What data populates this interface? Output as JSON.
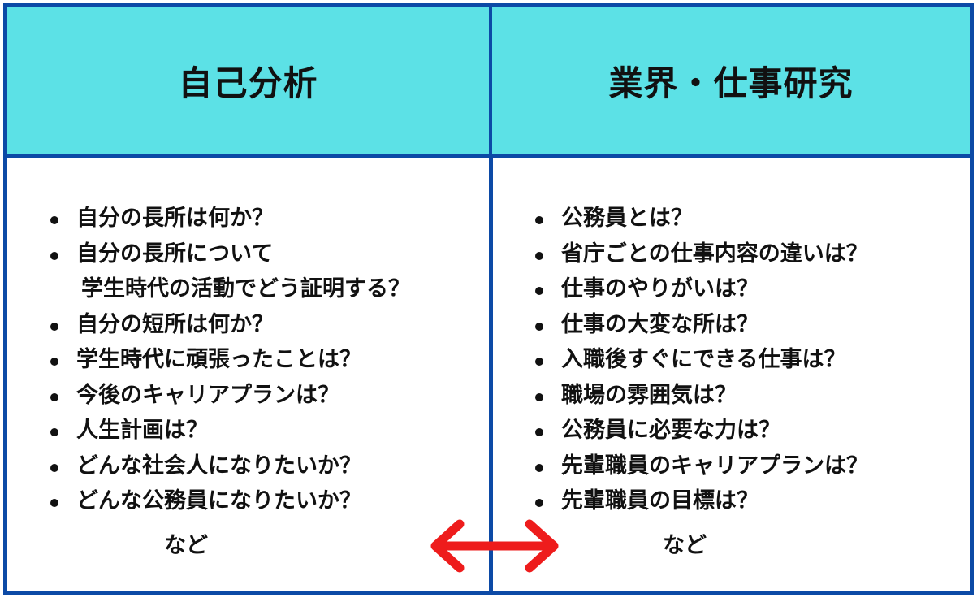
{
  "colors": {
    "border": "#0c4aa6",
    "header_bg": "#5ce1e6",
    "arrow": "#ee1c1c"
  },
  "left": {
    "title": "自己分析",
    "items": [
      {
        "line1": "自分の長所は何か？"
      },
      {
        "line1": "自分の長所について",
        "line2": "学生時代の活動でどう証明する？"
      },
      {
        "line1": "自分の短所は何か？"
      },
      {
        "line1": "学生時代に頑張ったことは？"
      },
      {
        "line1": "今後のキャリアプランは？"
      },
      {
        "line1": "人生計画は？"
      },
      {
        "line1": "どんな社会人になりたいか？"
      },
      {
        "line1": "どんな公務員になりたいか？"
      }
    ],
    "footer": "など"
  },
  "right": {
    "title": "業界・仕事研究",
    "items": [
      {
        "line1": "公務員とは？"
      },
      {
        "line1": "省庁ごとの仕事内容の違いは？"
      },
      {
        "line1": "仕事のやりがいは？"
      },
      {
        "line1": "仕事の大変な所は？"
      },
      {
        "line1": "入職後すぐにできる仕事は？"
      },
      {
        "line1": "職場の雰囲気は？"
      },
      {
        "line1": "公務員に必要な力は？"
      },
      {
        "line1": "先輩職員のキャリアプランは？"
      },
      {
        "line1": "先輩職員の目標は？"
      }
    ],
    "footer": "など"
  },
  "arrow_icon": "double-headed-arrow-icon"
}
